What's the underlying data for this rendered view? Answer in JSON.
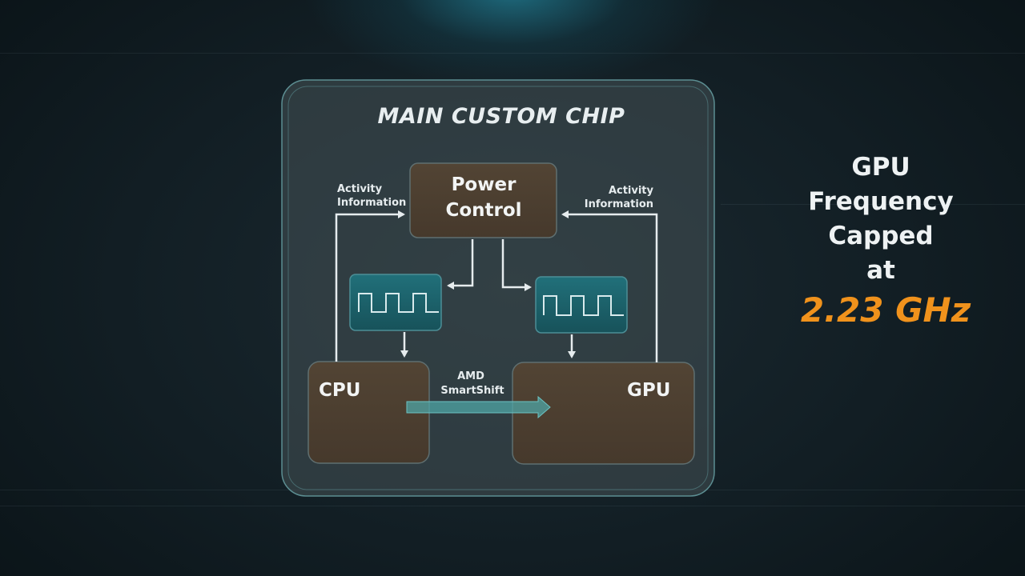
{
  "diagram": {
    "title": "MAIN CUSTOM CHIP",
    "power_control": [
      "Power",
      "Control"
    ],
    "cpu_label": "CPU",
    "gpu_label": "GPU",
    "left_feedback": [
      "Activity",
      "Information"
    ],
    "right_feedback": [
      "Activity",
      "Information"
    ],
    "smartshift": [
      "AMD",
      "SmartShift"
    ]
  },
  "side_panel": {
    "lines": [
      "GPU",
      "Frequency",
      "Capped",
      "at"
    ],
    "value": "2.23 GHz"
  },
  "colors": {
    "box_fill": "#4b3f31",
    "box_stroke": "#5f6f70",
    "clock_fill": "#1c5c66",
    "accent_orange": "#f0921c",
    "arrow_teal": "#4fa6a6"
  }
}
